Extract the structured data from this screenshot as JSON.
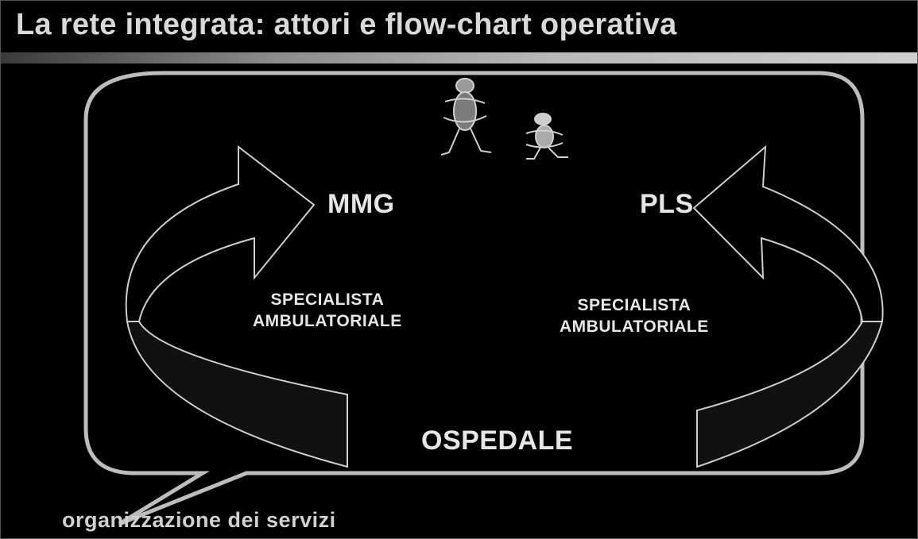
{
  "title": "La rete integrata: attori e flow-chart operativa",
  "nodes": {
    "mmg": "MMG",
    "pls": "PLS",
    "specialista_left": [
      "SPECIALISTA",
      "AMBULATORIALE"
    ],
    "specialista_right": [
      "SPECIALISTA",
      "AMBULATORIALE"
    ],
    "ospedale": "OSPEDALE"
  },
  "callout": "organizzazione dei servizi",
  "icons": [
    "adult-figure-icon",
    "child-figure-icon"
  ]
}
